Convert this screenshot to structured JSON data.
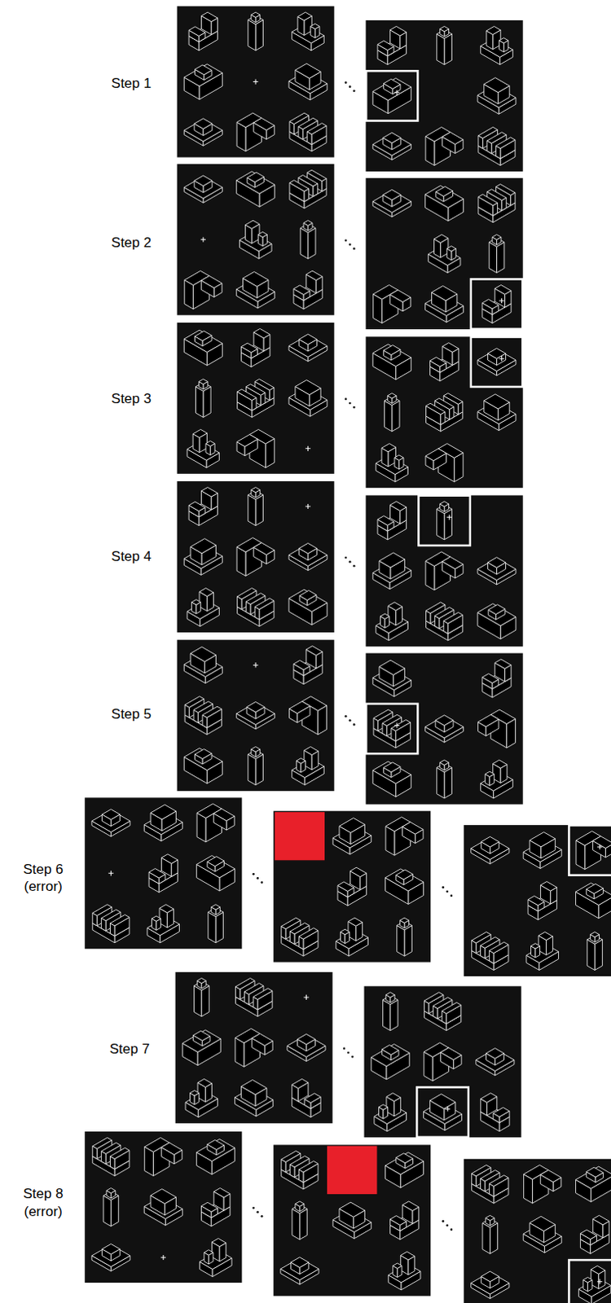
{
  "diagram": {
    "labels": [
      "Step 1",
      "Step 2",
      "Step 3",
      "Step 4",
      "Step 5",
      "Step 6 (error)",
      "Step 7",
      "Step 8 (error)"
    ]
  }
}
